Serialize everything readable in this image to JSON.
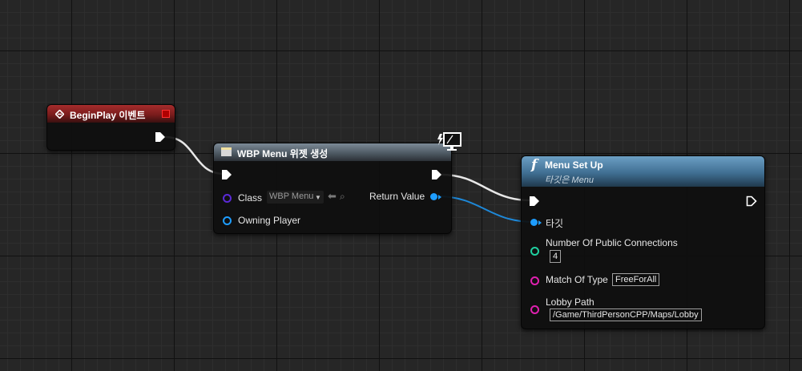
{
  "nodes": {
    "begin_play": {
      "title": "BeginPlay 이벤트"
    },
    "create_widget": {
      "title": "WBP Menu 위젯 생성",
      "pins": {
        "class_label": "Class",
        "class_value": "WBP Menu",
        "owning_player_label": "Owning Player",
        "return_value_label": "Return Value"
      }
    },
    "menu_setup": {
      "title": "Menu Set Up",
      "subtitle": "타깃은 Menu",
      "pins": {
        "target_label": "타깃",
        "num_connections_label": "Number Of Public Connections",
        "num_connections_value": "4",
        "match_type_label": "Match Of Type",
        "match_type_value": "FreeForAll",
        "lobby_path_label": "Lobby Path",
        "lobby_path_value": "/Game/ThirdPersonCPP/Maps/Lobby"
      }
    }
  },
  "colors": {
    "exec": "#ffffff",
    "object_pin": "#1e9dff",
    "class_pin": "#5a2ad6",
    "int_pin": "#1fd0a0",
    "byte_pin": "#e020b0",
    "string_pin": "#e020b0",
    "event_header": "#a52c2c",
    "function_header": "#6c9fc4"
  },
  "icons": {
    "event": "diamond-event-icon",
    "widget": "widget-icon",
    "function": "function-f-icon",
    "latent": "monitor-lightning-icon"
  }
}
